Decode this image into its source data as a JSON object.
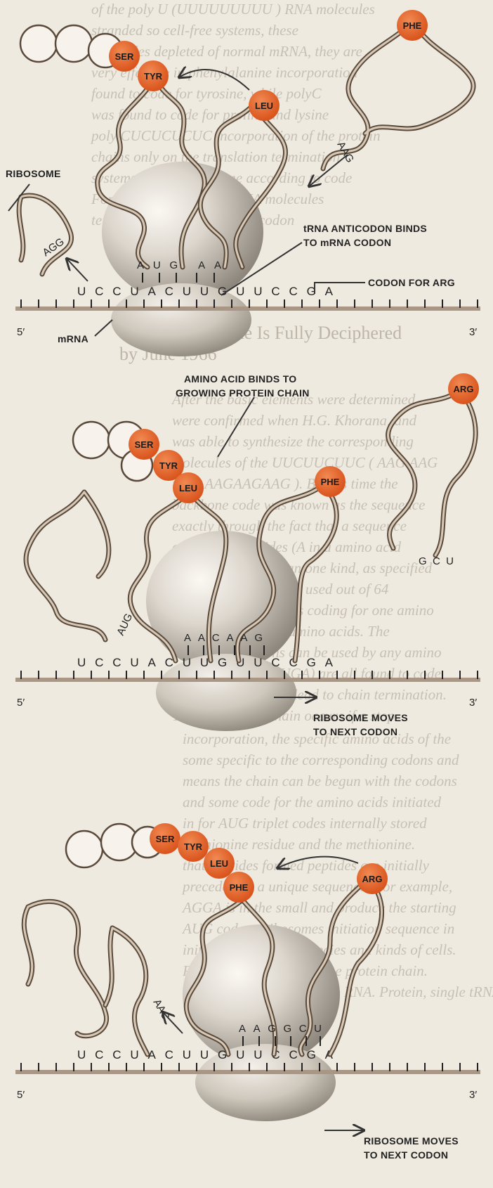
{
  "panels": [
    {
      "chain": [
        "SER",
        "TYR"
      ],
      "floating_aa": [
        "LEU",
        "PHE"
      ],
      "labels": {
        "ribosome": "RIBOSOME",
        "anticodon_line1": "tRNA ANTICODON BINDS",
        "anticodon_line2": "TO mRNA CODON",
        "codon_for_arg": "CODON FOR ARG",
        "mrna": "mRNA"
      },
      "mrna_seq": "UCCUACUUGUUCCGA",
      "anticodon_bound": "AUG AA",
      "anticodon_left": "AGG",
      "anticodon_right": "AAG",
      "five_prime": "5′",
      "three_prime": "3′"
    },
    {
      "chain": [
        "SER",
        "TYR",
        "LEU"
      ],
      "floating_aa": [
        "PHE",
        "ARG"
      ],
      "labels": {
        "amino_line1": "AMINO ACID BINDS TO",
        "amino_line2": "GROWING PROTEIN CHAIN",
        "moves_line1": "RIBOSOME MOVES",
        "moves_line2": "TO NEXT CODON"
      },
      "mrna_seq": "UCCUACUUGUUCCGA",
      "anticodon_bound": "AACAAG",
      "anticodon_left": "AUG",
      "anticodon_right": "GCU",
      "five_prime": "5′",
      "three_prime": "3′"
    },
    {
      "chain": [
        "SER",
        "TYR",
        "LEU",
        "PHE"
      ],
      "floating_aa": [
        "ARG"
      ],
      "labels": {
        "moves_line1": "RIBOSOME MOVES",
        "moves_line2": "TO NEXT CODON"
      },
      "mrna_seq": "UCCUACUUGUUCCGA",
      "anticodon_bound": "AAGGCU",
      "anticodon_left": "AAC",
      "five_prime": "5′",
      "three_prime": "3′"
    }
  ],
  "background_text": {
    "heading_line1": "The Genetic Code Is Fully Deciphered",
    "heading_line2": "by June 1966",
    "lines": [
      "of the poly U (UUUUUUUUU ) RNA molecules",
      "stranded so cell-free systems, these",
      "molecules depleted of normal mRNA, they are",
      "very effective in phenylalanine incorporation",
      "found to code for tyrosine, while polyC",
      "was found to code for proline and lysine",
      "poly CUCUCUCUC incorporation of the protein",
      "chains only on the translation termination",
      "systems and the ribosome according to code",
      "For those of more kind tRNA molecules",
      "tentatively by the anticodon codon",
      "After the basic elements were determined",
      "were confirmed when H.G. Khorana, and",
      "was able to synthesize the corresponding",
      "molecules of the UUCUUCUUC ( AAG AAG",
      "then, AAGAAGAAG ). By this time the",
      "backbone code was known as the sequence",
      "exactly through the fact that a sequence",
      "of three nucleotides (A in a amino acid",
      "specific for more than one kind, as specified",
      "degenerate, all 61 are used out of 64",
      "possible combinations coding for one amino",
      "to code for specific amino acids. The",
      "three combinations can be used by any amino",
      "acid (UAA, UAG, UGA) are all found to code",
      "for stop signals that lead to chain termination.",
      "The ending of a chain occurs if a stop",
      "incorporation, the specific amino acids of the",
      "some specific to the corresponding codons and",
      "means the chain can be begun with the codons",
      "and some code for the amino acids initiated",
      "in for AUG triplet codes internally stored",
      "methionine residue and the methionine.",
      "that peptides formed peptides are initially",
      "preceded by a unique sequence. For example,",
      "AGGA is in the small and produce the starting",
      "AUG codon. Ribosomes initiation sequence in",
      "initiation among all species and kinds of cells.",
      "Figure 6: Formation of the protein chain.",
      "Ribosome moves along the RNA. Protein, single tRNA"
    ]
  }
}
